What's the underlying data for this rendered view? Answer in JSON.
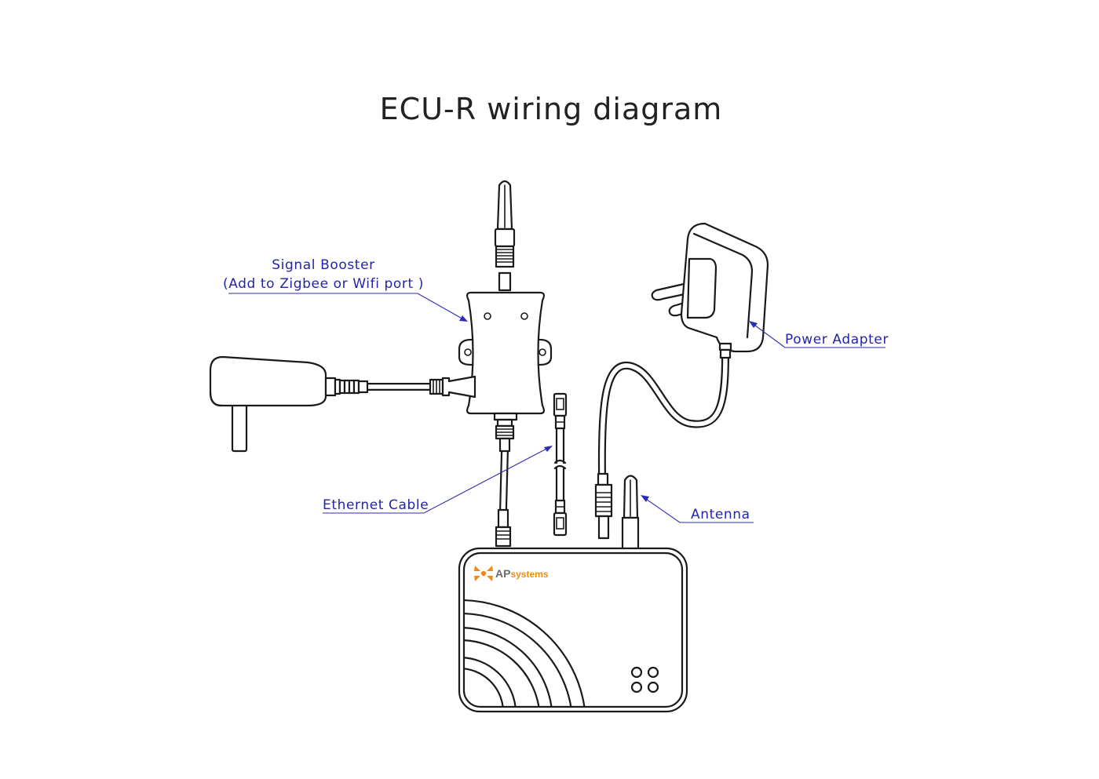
{
  "diagram": {
    "title": "ECU-R wiring diagram",
    "labels": {
      "signal_booster_line1": "Signal Booster",
      "signal_booster_line2": "(Add to Zigbee or Wifi port )",
      "power_adapter": "Power Adapter",
      "ethernet_cable": "Ethernet Cable",
      "antenna": "Antenna"
    },
    "ecu": {
      "brand_prefix": "AP",
      "brand_suffix": "systems"
    },
    "colors": {
      "label": "#2424a8",
      "leader": "#2b2bb5",
      "ink": "#1a1a1a",
      "brand_orange": "#ef8a16",
      "brand_gray": "#6b6b6b"
    }
  }
}
